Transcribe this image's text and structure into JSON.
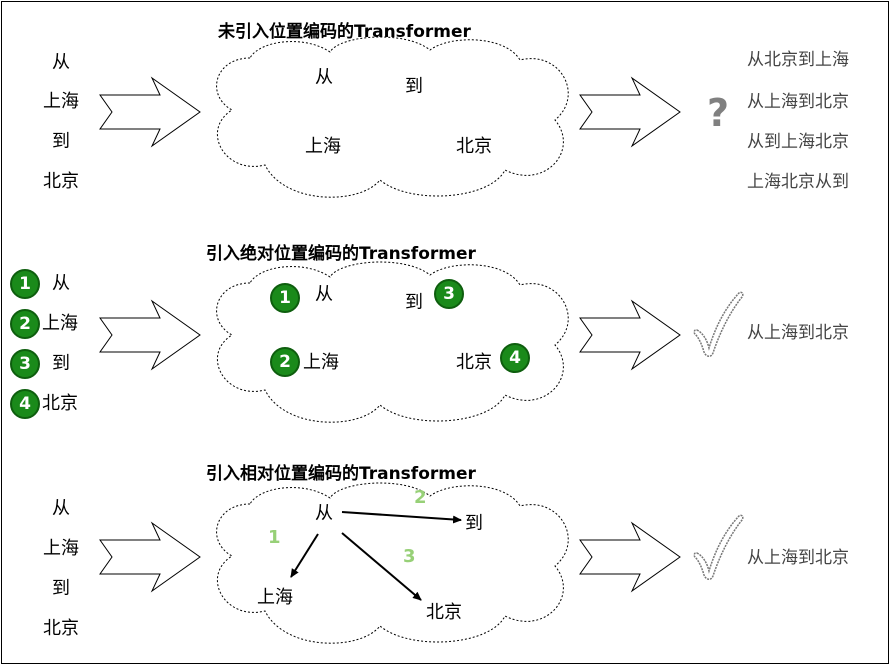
{
  "section1": {
    "title": "未引入位置编码的Transformer",
    "input_tokens": [
      "从",
      "上海",
      "到",
      "北京"
    ],
    "cloud_tokens": [
      "从",
      "到",
      "上海",
      "北京"
    ],
    "result_symbol": "?",
    "outputs": [
      "从北京到上海",
      "从上海到北京",
      "从到上海北京",
      "上海北京从到"
    ]
  },
  "section2": {
    "title": "引入绝对位置编码的Transformer",
    "input_tokens": [
      {
        "index": "1",
        "text": "从"
      },
      {
        "index": "2",
        "text": "上海"
      },
      {
        "index": "3",
        "text": "到"
      },
      {
        "index": "4",
        "text": "北京"
      }
    ],
    "cloud_tokens": [
      {
        "index": "1",
        "text": "从"
      },
      {
        "index": "3",
        "text": "到"
      },
      {
        "index": "2",
        "text": "上海"
      },
      {
        "index": "4",
        "text": "北京"
      }
    ],
    "output": "从上海到北京"
  },
  "section3": {
    "title": "引入相对位置编码的Transformer",
    "input_tokens": [
      "从",
      "上海",
      "到",
      "北京"
    ],
    "cloud_tokens": [
      "从",
      "到",
      "上海",
      "北京"
    ],
    "relative_labels": [
      "1",
      "2",
      "3"
    ],
    "output": "从上海到北京"
  },
  "colors": {
    "badge_fill": "#1a8a1a",
    "relative_label": "#97d077",
    "question_mark": "#808080"
  }
}
